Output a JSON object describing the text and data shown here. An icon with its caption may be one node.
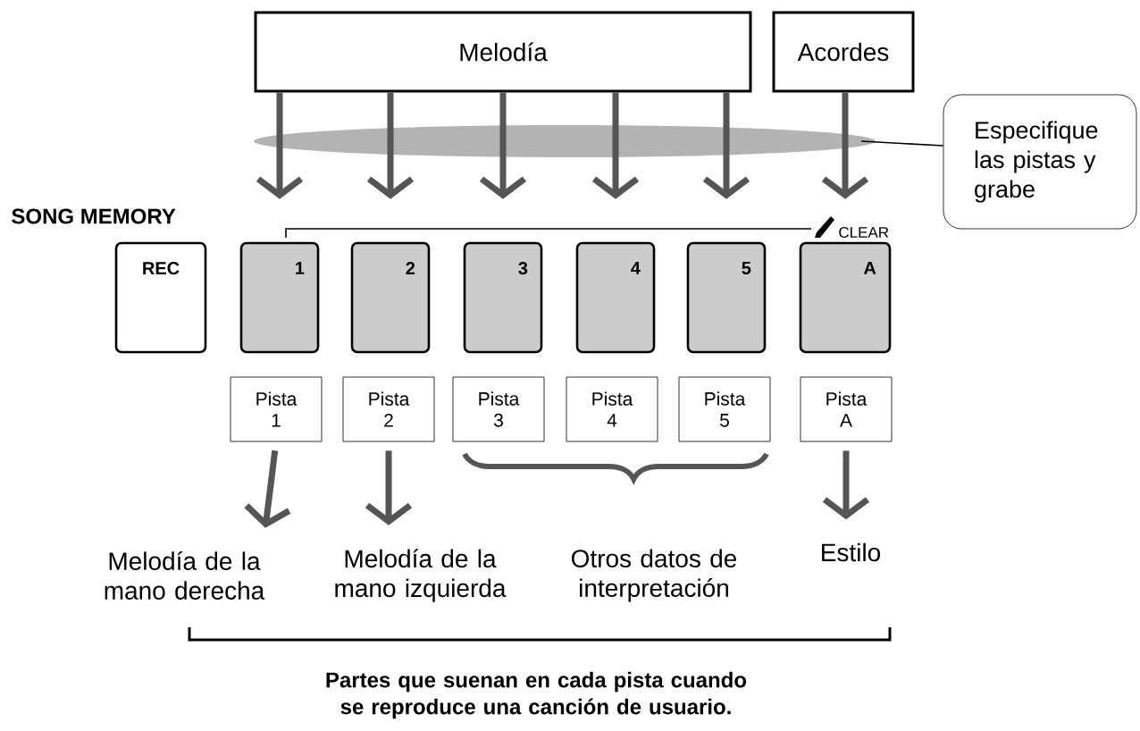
{
  "diagram": {
    "caption": "Partes que suenan en cada pista cuando se reproduce una canción de usuario.",
    "nodes": [
      {
        "text": [
          "Melodía"
        ]
      },
      {
        "text": [
          "Acordes"
        ]
      },
      {
        "text": [
          "Especifique las pistas y grabe"
        ]
      },
      {
        "text": [
          "REC"
        ]
      },
      {
        "text": [
          "1"
        ]
      },
      {
        "text": [
          "2"
        ]
      },
      {
        "text": [
          "3"
        ]
      },
      {
        "text": [
          "4"
        ]
      },
      {
        "text": [
          "5"
        ]
      },
      {
        "text": [
          "A"
        ],
        "beside": [
          "CLEAR"
        ]
      },
      {
        "text": [
          "Pista 1"
        ]
      },
      {
        "text": [
          "Pista 2"
        ]
      },
      {
        "text": [
          "Pista 3"
        ]
      },
      {
        "text": [
          "Pista 4"
        ]
      },
      {
        "text": [
          "Pista 5"
        ]
      },
      {
        "text": [
          "Pista A"
        ]
      },
      {
        "text": [
          "Melodía de la mano derecha"
        ]
      },
      {
        "text": [
          "Melodía de la mano izquierda"
        ]
      },
      {
        "text": [
          "Otros datos de interpretación"
        ]
      },
      {
        "text": [
          "Estilo"
        ]
      }
    ],
    "edges": [
      {
        "from": 0,
        "to": 4,
        "arrow": "to"
      },
      {
        "from": 0,
        "to": 5,
        "arrow": "to"
      },
      {
        "from": 0,
        "to": 6,
        "arrow": "to"
      },
      {
        "from": 0,
        "to": 7,
        "arrow": "to"
      },
      {
        "from": 0,
        "to": 8,
        "arrow": "to"
      },
      {
        "from": 1,
        "to": 9,
        "arrow": "to"
      },
      {
        "from": 2,
        "to": null,
        "arrow": "none"
      },
      {
        "from": 10,
        "to": 16,
        "arrow": "to"
      },
      {
        "from": 11,
        "to": 17,
        "arrow": "to"
      },
      {
        "from": 15,
        "to": 19,
        "arrow": "to"
      }
    ],
    "labels": [
      "SONG MEMORY"
    ]
  }
}
